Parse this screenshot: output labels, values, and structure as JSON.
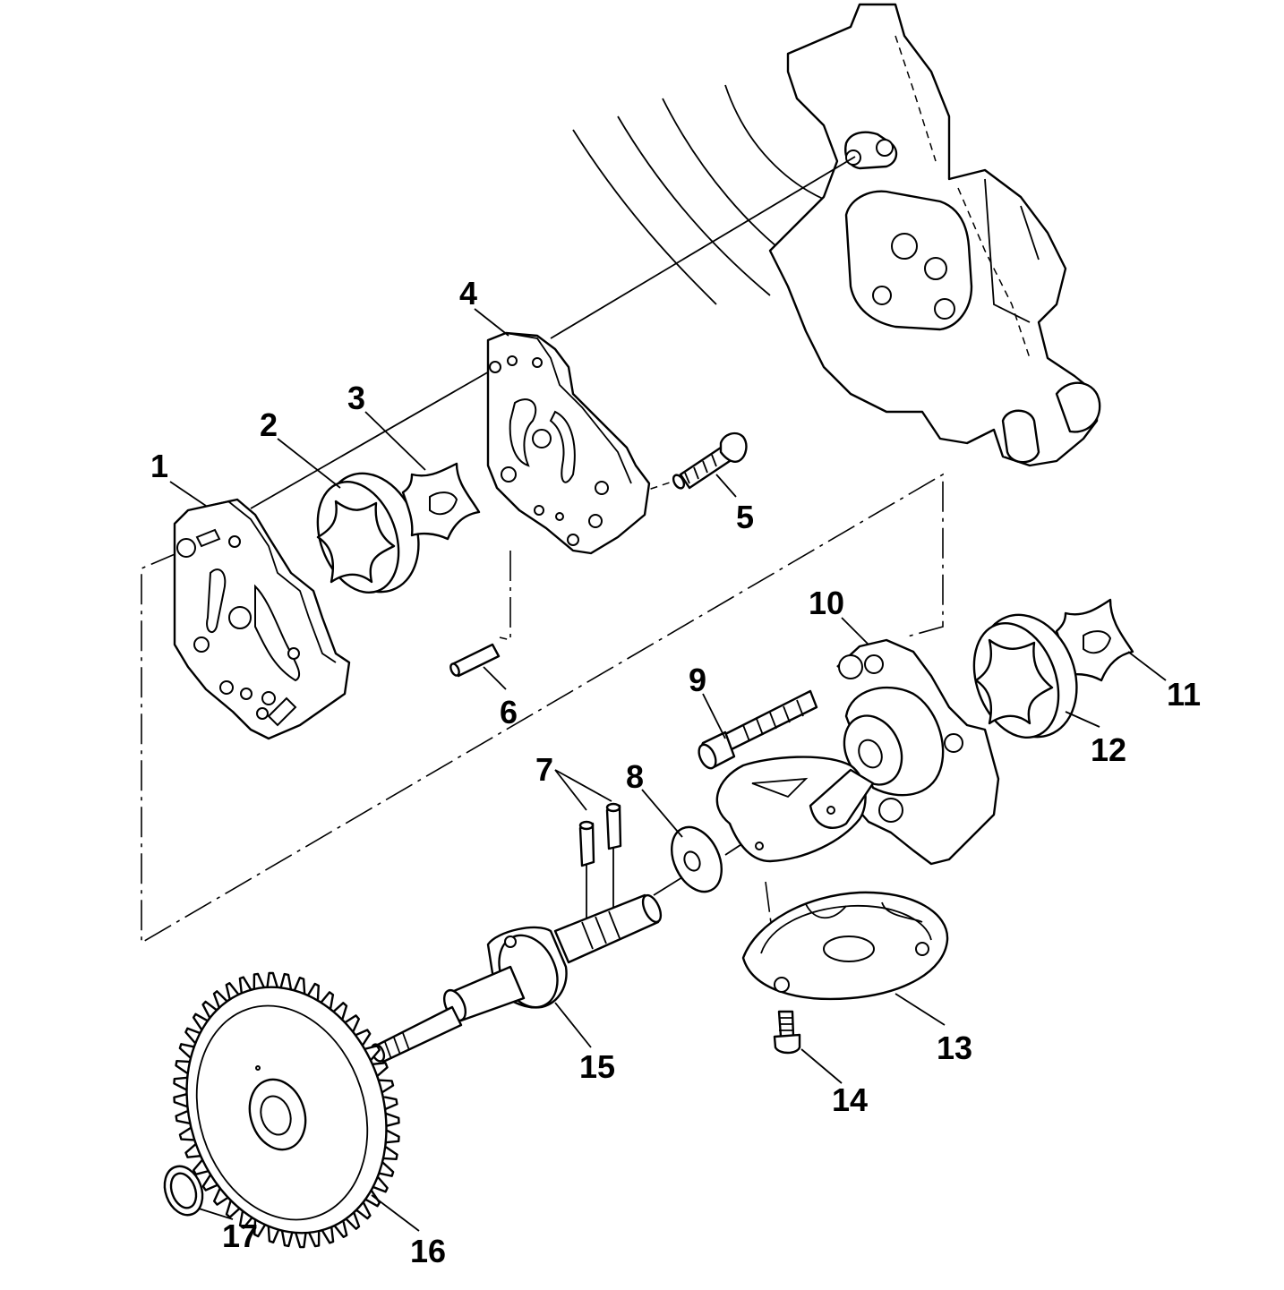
{
  "diagram": {
    "colors": {
      "line": "#000000",
      "background": "#ffffff"
    },
    "callouts": [
      {
        "id": "1",
        "label": "1"
      },
      {
        "id": "2",
        "label": "2"
      },
      {
        "id": "3",
        "label": "3"
      },
      {
        "id": "4",
        "label": "4"
      },
      {
        "id": "5",
        "label": "5"
      },
      {
        "id": "6",
        "label": "6"
      },
      {
        "id": "7",
        "label": "7"
      },
      {
        "id": "8",
        "label": "8"
      },
      {
        "id": "9",
        "label": "9"
      },
      {
        "id": "10",
        "label": "10"
      },
      {
        "id": "11",
        "label": "11"
      },
      {
        "id": "12",
        "label": "12"
      },
      {
        "id": "13",
        "label": "13"
      },
      {
        "id": "14",
        "label": "14"
      },
      {
        "id": "15",
        "label": "15"
      },
      {
        "id": "16",
        "label": "16"
      },
      {
        "id": "17",
        "label": "17"
      }
    ]
  }
}
